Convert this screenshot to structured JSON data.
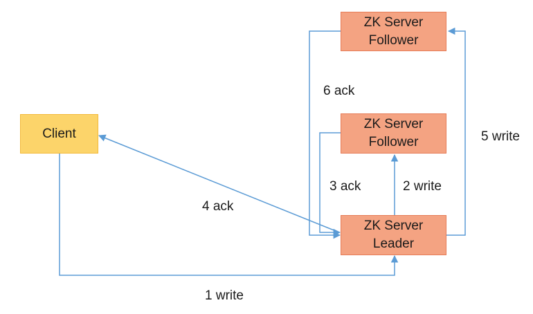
{
  "nodes": {
    "client": {
      "label": "Client"
    },
    "follower_top": {
      "line1": "ZK Server",
      "line2": "Follower"
    },
    "follower_mid": {
      "line1": "ZK Server",
      "line2": "Follower"
    },
    "leader": {
      "line1": "ZK Server",
      "line2": "Leader"
    }
  },
  "edges": {
    "e1": "1 write",
    "e2": "2 write",
    "e3": "3 ack",
    "e4": "4 ack",
    "e5": "5 write",
    "e6": "6 ack"
  },
  "colors": {
    "server_fill": "#f4a382",
    "client_fill": "#fcd46a",
    "arrow": "#5b9bd5"
  }
}
